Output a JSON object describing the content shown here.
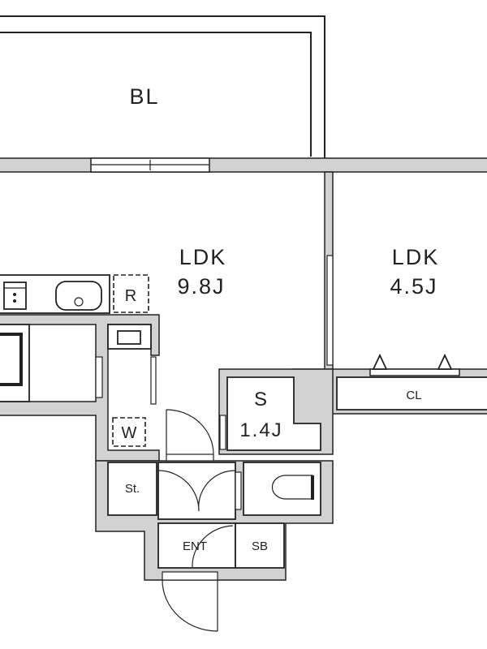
{
  "rooms": {
    "balcony": {
      "name": "BL"
    },
    "ldk_main": {
      "name": "LDK",
      "size": "9.8J"
    },
    "ldk_side": {
      "name": "LDK",
      "size": "4.5J"
    },
    "storage": {
      "name": "S",
      "size": "1.4J"
    },
    "closet": {
      "name": "CL"
    },
    "fridge": {
      "name": "R"
    },
    "washer": {
      "name": "W"
    },
    "store": {
      "name": "St."
    },
    "entrance": {
      "name": "ENT"
    },
    "shoe_box": {
      "name": "SB"
    }
  }
}
